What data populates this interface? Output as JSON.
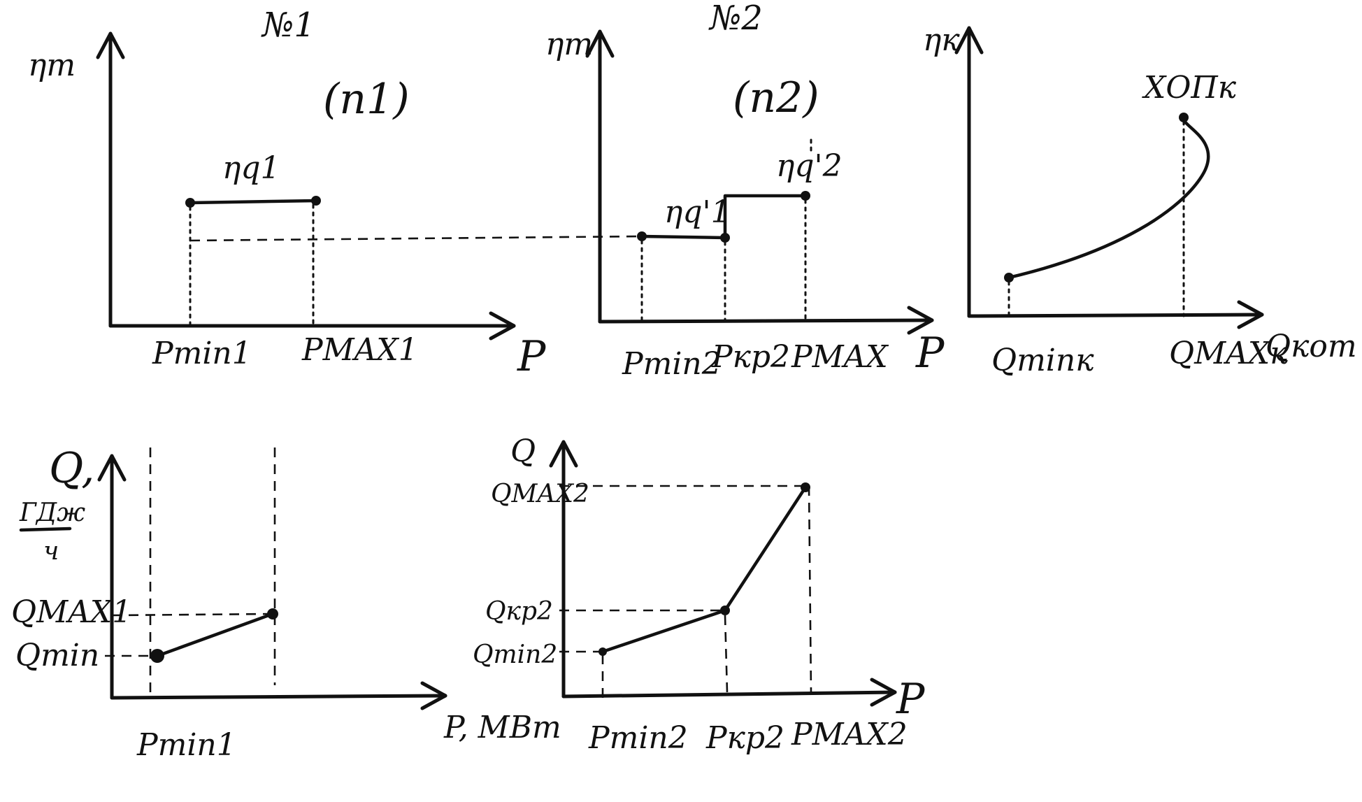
{
  "panel1": {
    "title": "№1",
    "group": "(n1)",
    "y_label": "ηт",
    "x_label": "P",
    "segment_label": "ηq1",
    "x_ticks": [
      "Pmin1",
      "PMAX1"
    ]
  },
  "panel2": {
    "title": "№2",
    "group": "(n2)",
    "y_label": "ηт",
    "x_label": "P",
    "segment1_label": "ηq'1",
    "segment2_label": "ηq'2",
    "x_ticks": [
      "Pmin2",
      "Pкр2",
      "PMAX"
    ]
  },
  "panel3": {
    "y_label": "ηк",
    "x_label": "Qкот",
    "curve_label": "ХОПк",
    "x_ticks": [
      "Qminк",
      "QMAXк"
    ]
  },
  "panel4": {
    "y_label": "Q,",
    "unit_numerator": "ГДж",
    "unit_denominator": "ч",
    "x_label": "P, МВт",
    "y_ticks": [
      "QMAX1",
      "Qmin"
    ],
    "x_ticks": [
      "Pmin1"
    ]
  },
  "panel5": {
    "y_label": "Q",
    "x_label": "P",
    "y_ticks": [
      "QMAX2",
      "Qкр2",
      "Qmin2"
    ],
    "x_ticks": [
      "Pmin2",
      "Pкр2",
      "PMAX2"
    ]
  }
}
